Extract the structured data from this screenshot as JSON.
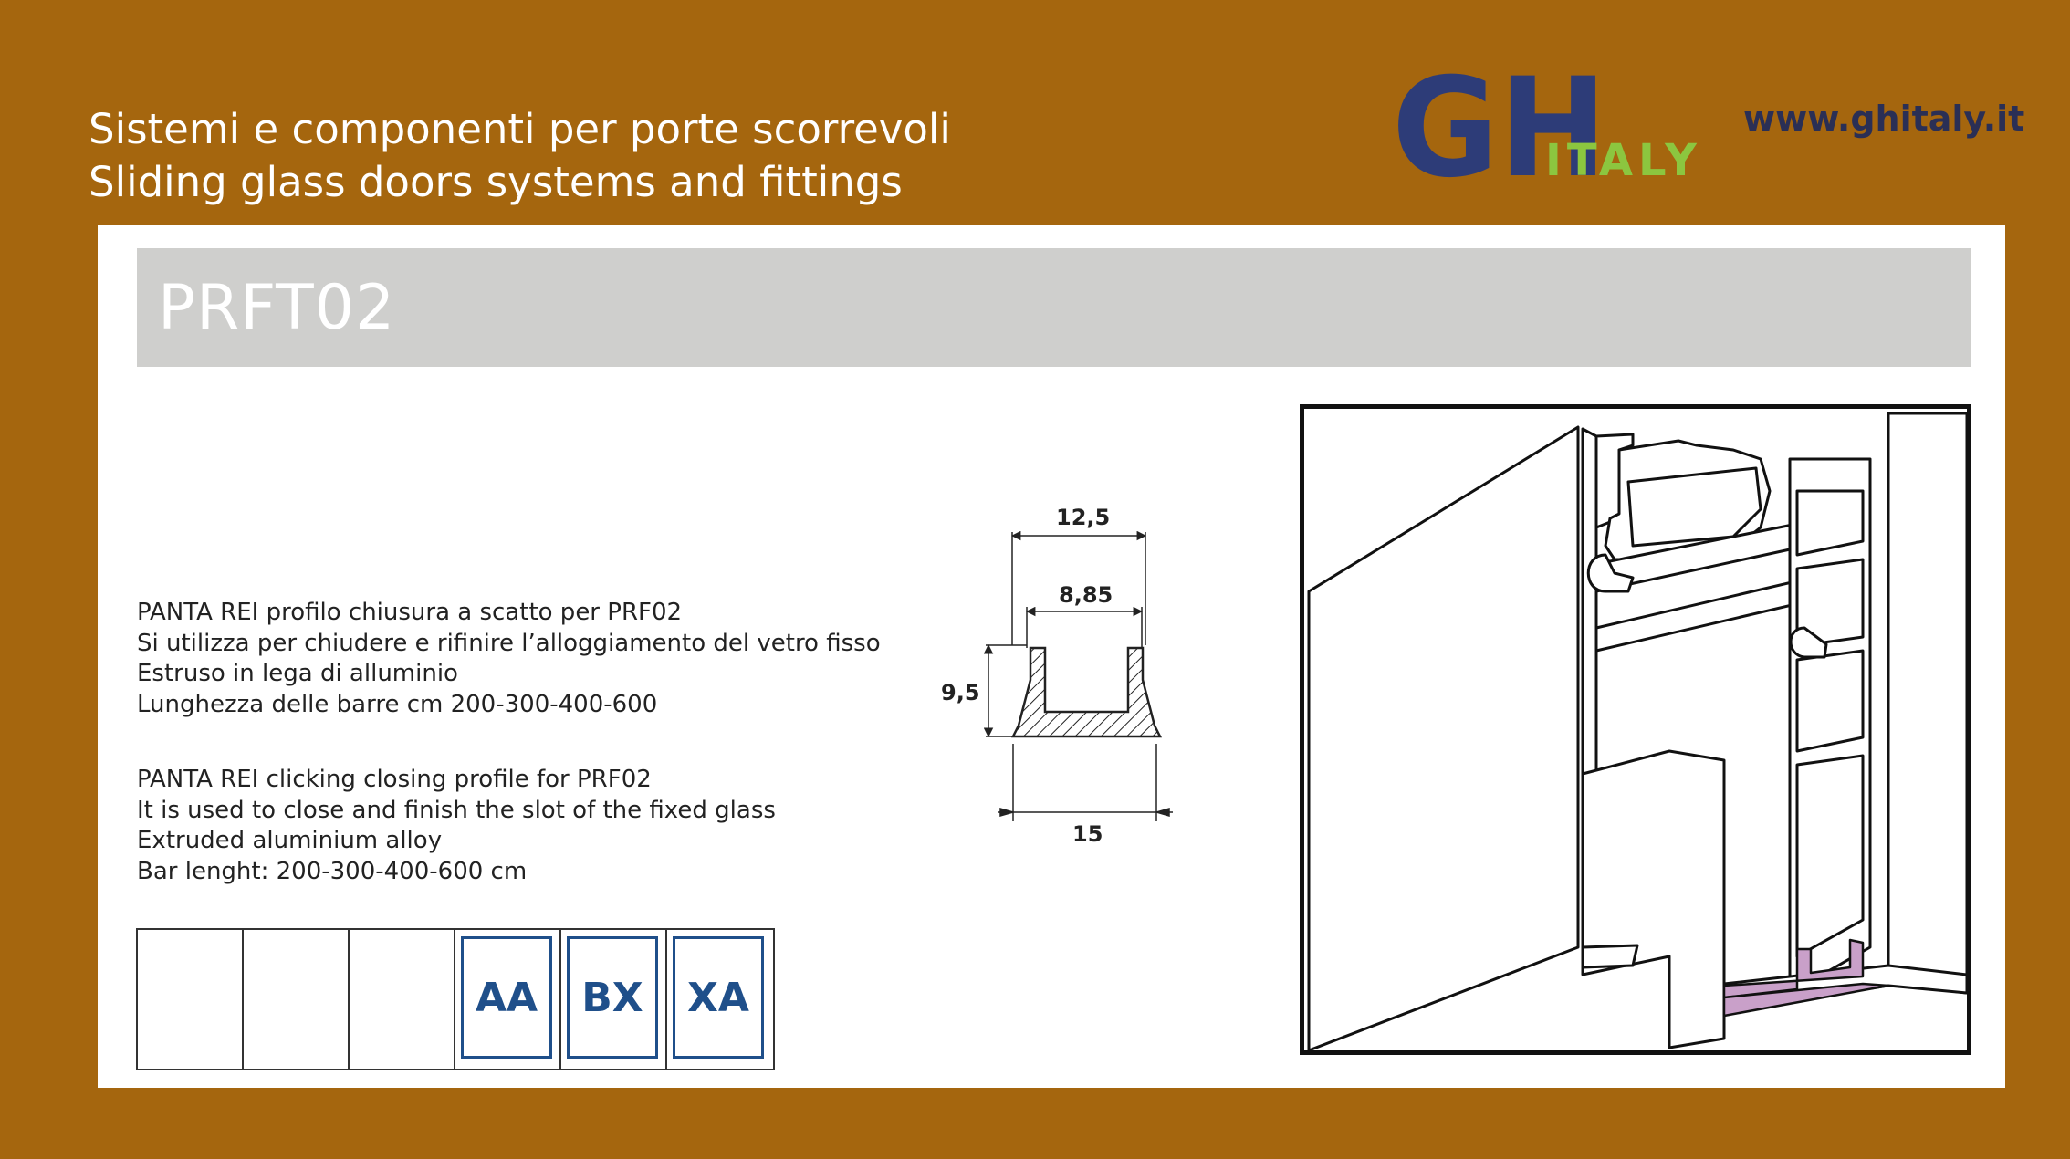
{
  "header": {
    "tagline_it": "Sistemi e componenti per porte scorrevoli",
    "tagline_en": "Sliding glass doors systems and fittings",
    "website": "www.ghitaly.it"
  },
  "logo": {
    "letters": "GH",
    "sub": "ITALY",
    "color_primary": "#2d3c78",
    "color_secondary": "#8cc63f"
  },
  "product": {
    "code": "PRFT02"
  },
  "description_it": [
    "PANTA REI profilo chiusura a scatto per PRF02",
    "Si utilizza per chiudere e rifinire l’alloggiamento del vetro fisso",
    "Estruso in lega di alluminio",
    "Lunghezza delle barre cm 200-300-400-600"
  ],
  "description_en": [
    "PANTA REI clicking closing profile for PRF02",
    "It is used to close and finish the slot of the fixed glass",
    "Extruded aluminium alloy",
    "Bar lenght: 200-300-400-600 cm"
  ],
  "dimensions": {
    "outer_top": "12,5",
    "inner_top": "8,85",
    "height": "9,5",
    "base": "15"
  },
  "finish_codes": [
    "",
    "",
    "",
    "AA",
    "BX",
    "XA"
  ],
  "colors": {
    "background": "#a5660e",
    "title_bar": "#cfcfcd",
    "code_blue": "#1f4f8a",
    "highlight_profile": "#c9a0c9"
  }
}
